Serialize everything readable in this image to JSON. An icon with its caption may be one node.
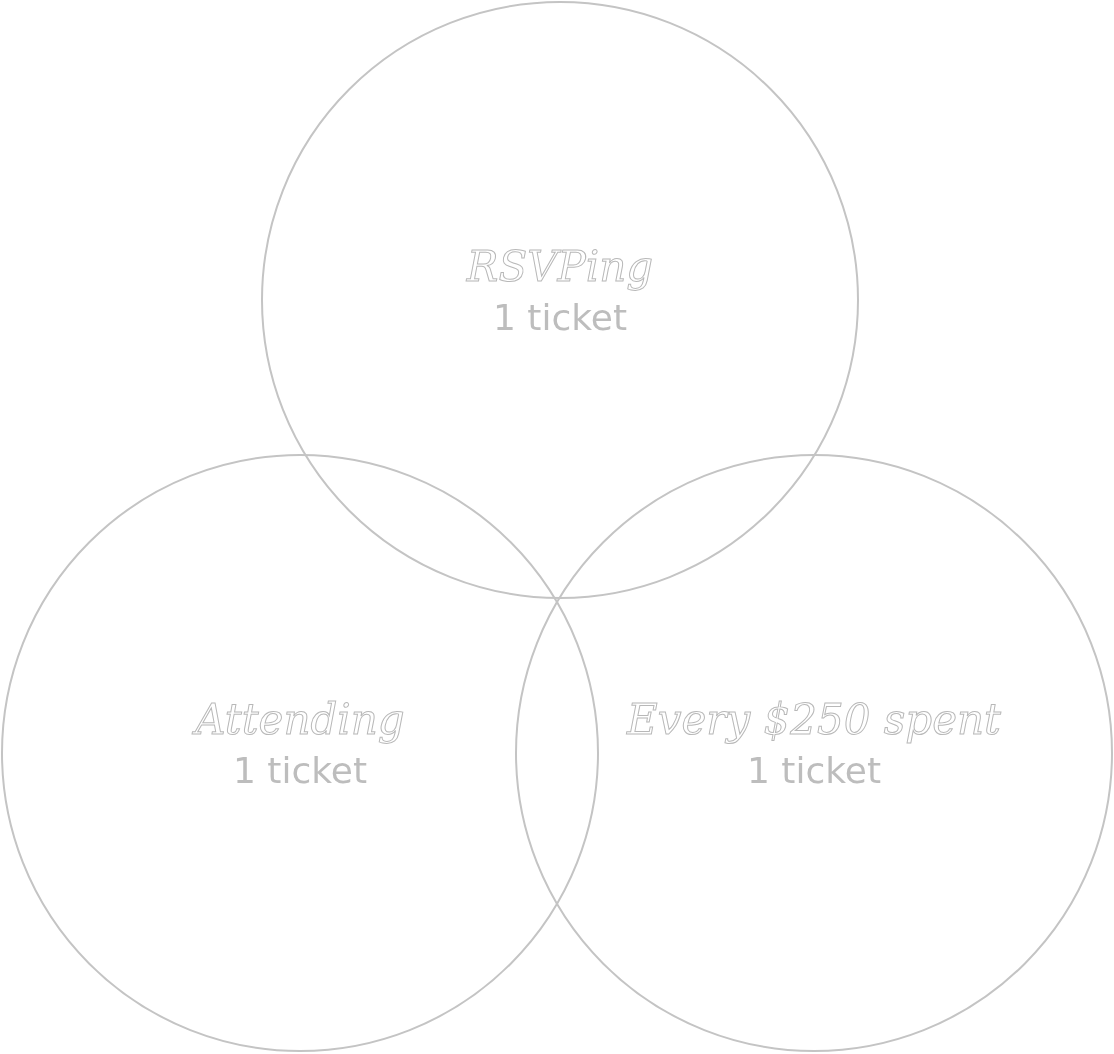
{
  "diagram": {
    "nodes": [
      {
        "text": [
          "RSVPing",
          "1 ticket"
        ]
      },
      {
        "text": [
          "Attending",
          "1 ticket"
        ]
      },
      {
        "text": [
          "Every $250 spent",
          "1 ticket"
        ]
      }
    ]
  }
}
